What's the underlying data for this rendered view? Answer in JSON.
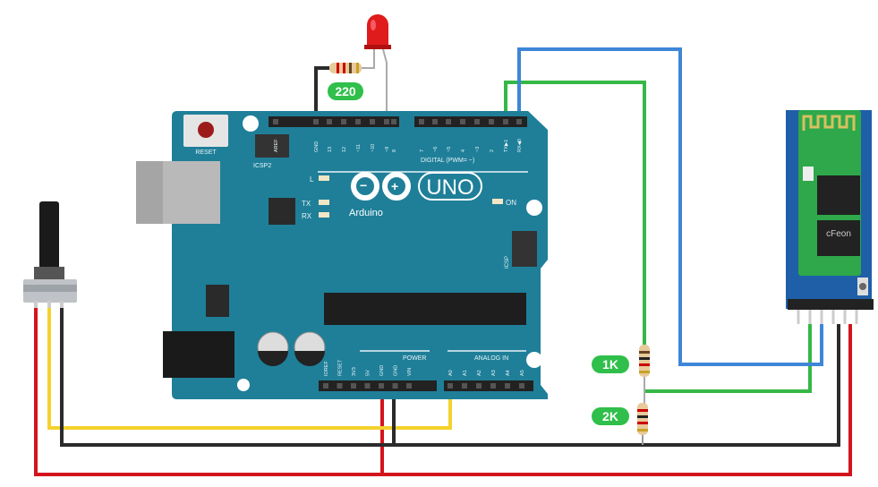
{
  "board": {
    "name": "Arduino",
    "model": "UNO",
    "reset_label": "RESET",
    "icsp2_label": "ICSP2",
    "icsp_label": "ICSP",
    "led_labels": [
      "L",
      "TX",
      "RX",
      "ON"
    ],
    "digital_label": "DIGITAL (PWM= ~)",
    "digital_pins": [
      "AREF",
      "GND",
      "13",
      "12",
      "~11",
      "~10",
      "~9",
      "8",
      "7",
      "~6",
      "~5",
      "4",
      "~3",
      "2",
      "TX▶1",
      "RX◀0"
    ],
    "power_label": "POWER",
    "power_pins": [
      "IOREF",
      "RESET",
      "3V3",
      "5V",
      "GND",
      "GND",
      "VIN"
    ],
    "analog_label": "ANALOG IN",
    "analog_pins": [
      "A0",
      "A1",
      "A2",
      "A3",
      "A4",
      "A5"
    ]
  },
  "resistors": {
    "led": "220",
    "r1": "1K",
    "r2": "2K"
  },
  "module": {
    "chip_label": "cFeon"
  },
  "colors": {
    "board": "#1f7f99",
    "red": "#d4141c",
    "black": "#2b2b2b",
    "yellow": "#f4d22c",
    "green": "#35b845",
    "blue": "#3d86d8",
    "tag": "#2fbf4a"
  }
}
